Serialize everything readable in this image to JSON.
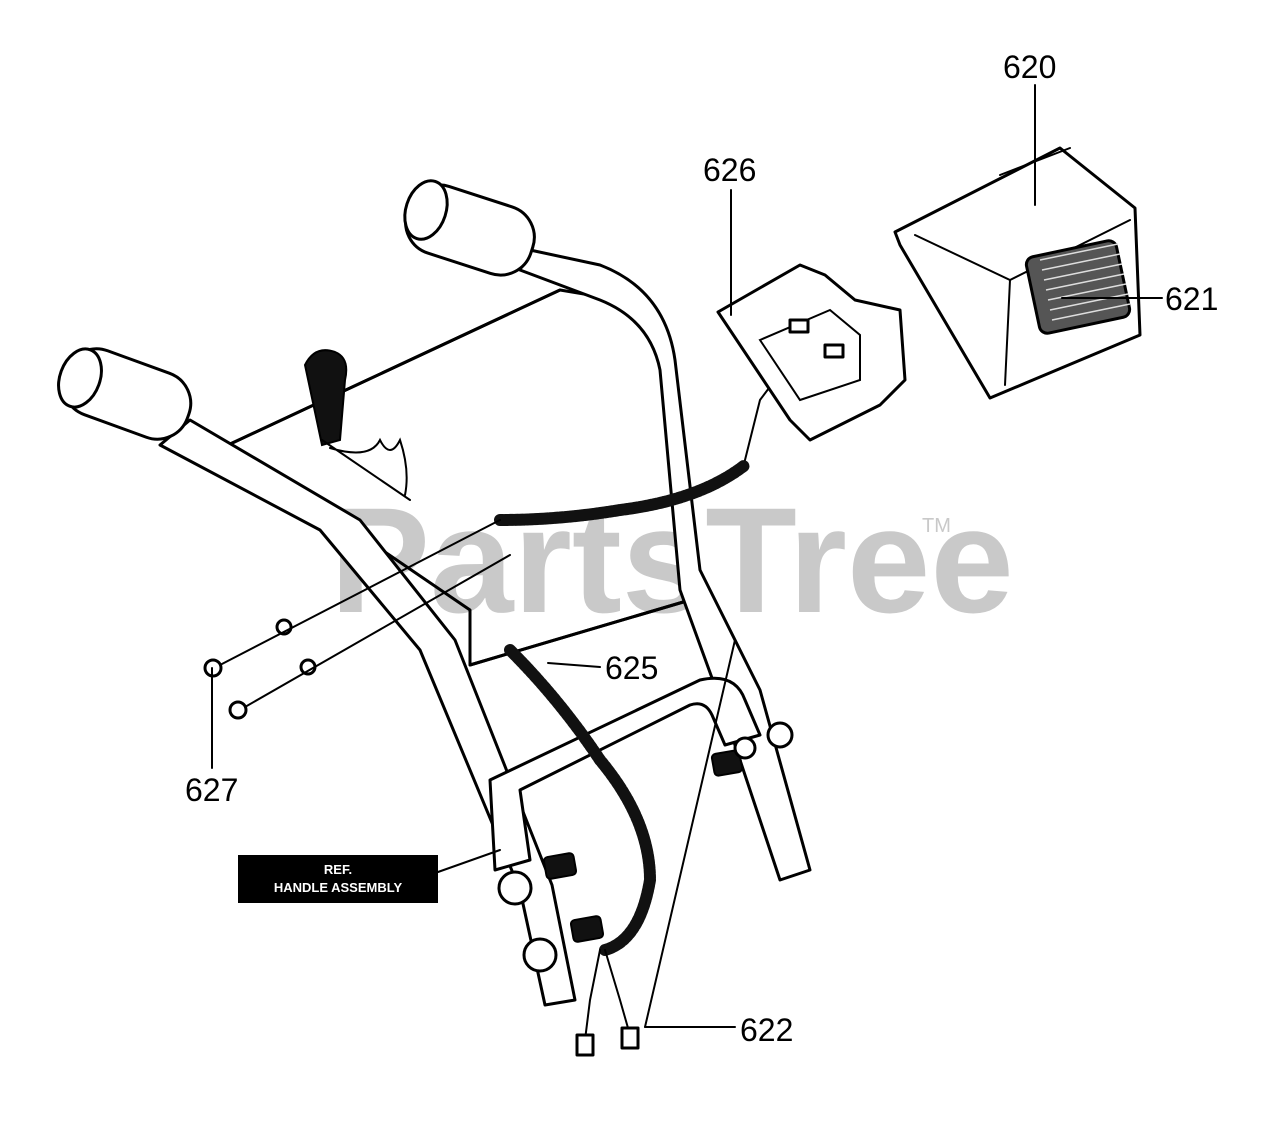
{
  "watermark": {
    "text": "PartsTree",
    "trademark": "TM"
  },
  "reference_label": {
    "line1": "REF.",
    "line2": "HANDLE ASSEMBLY"
  },
  "callouts": [
    {
      "id": "620",
      "label": "620"
    },
    {
      "id": "621",
      "label": "621"
    },
    {
      "id": "622",
      "label": "622"
    },
    {
      "id": "625",
      "label": "625"
    },
    {
      "id": "626",
      "label": "626"
    },
    {
      "id": "627",
      "label": "627"
    }
  ]
}
